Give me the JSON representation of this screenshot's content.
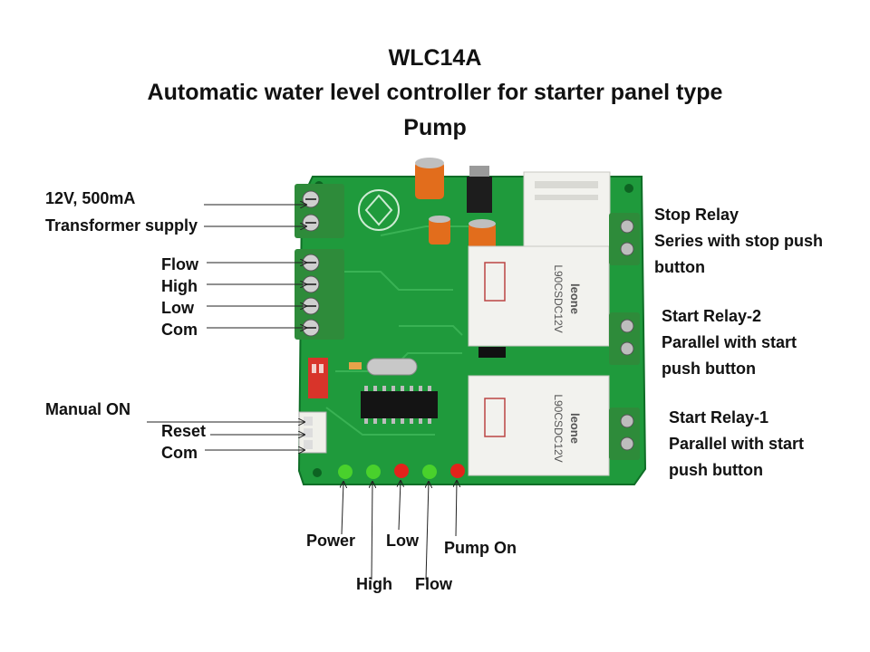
{
  "title": {
    "line1": "WLC14A",
    "line2": "Automatic water level controller for starter panel type",
    "line3": "Pump"
  },
  "left_labels": {
    "supply_line1": "12V, 500mA",
    "supply_line2": "Transformer supply",
    "flow": "Flow",
    "high": "High",
    "low": "Low",
    "com": "Com",
    "manual_on": "Manual ON",
    "reset": "Reset",
    "com2": "Com"
  },
  "right_labels": {
    "stop_relay": "Stop Relay",
    "stop_desc1": "Series with stop push",
    "stop_desc2": "button",
    "start2": "Start Relay-2",
    "start2_desc1": "Parallel with start",
    "start2_desc2": "push button",
    "start1": "Start Relay-1",
    "start1_desc1": "Parallel with start",
    "start1_desc2": "push button"
  },
  "bottom_labels": {
    "power": "Power",
    "low": "Low",
    "pump_on": "Pump On",
    "high": "High",
    "flow": "Flow"
  },
  "board_text": {
    "relay_brand": "leone",
    "relay_model": "L90CSDC12V"
  },
  "colors": {
    "pcb": "#1f9a3c",
    "terminal": "#2e8b3a",
    "relay_body": "#f2f2ee",
    "led_green": "#49d12c",
    "led_red": "#e3231b"
  }
}
